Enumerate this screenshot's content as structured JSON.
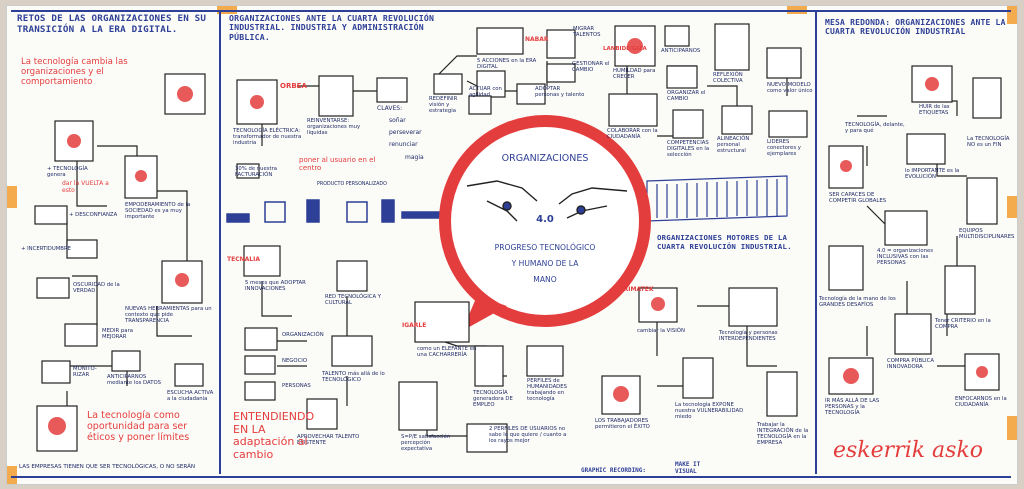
{
  "colors": {
    "blue": "#2d3f96",
    "red": "#e43d3d",
    "tape": "#f3a23a",
    "ink": "#222222"
  },
  "section1": {
    "title": "RETOS DE LAS ORGANIZACIONES EN SU TRANSICIÓN A LA ERA DIGITAL.",
    "subtitle": "La tecnología cambia las organizaciones y el comportamiento",
    "n1": "+ TECNOLOGÍA genera",
    "n1b": "dar la VUELTA a esto",
    "n2": "+ DESCONFIANZA",
    "n3": "+ INCERTIDUMBRE",
    "n4": "EMPODERAMIENTO de la SOCIEDAD es ya muy importante",
    "n5": "OSCURIDAD de la VERDAD",
    "n6": "NUEVAS HERRAMIENTAS para un contexto que pide TRANSPARENCIA",
    "n7": "MEDIR para MEJORAR",
    "n8": "MONITO-RIZAR",
    "n9": "ANTICIPARNOS mediante los DATOS",
    "n10": "ESCUCHA ACTIVA a la ciudadanía",
    "quote": "La tecnología como oportunidad para ser éticos y poner límites",
    "footer": "LAS EMPRESAS TIENEN QUE SER TECNOLÓGICAS, O NO SERÁN"
  },
  "section2": {
    "title": "ORGANIZACIONES ANTE LA CUARTA REVOLUCIÓN INDUSTRIAL. INDUSTRIA Y ADMINISTRACIÓN PÚBLICA.",
    "tag1": "ORBEA",
    "a1": "TECNOLOGÍA ELÉCTRICA: transformador de nuestra industria",
    "a2": "REINVENTARSE: organizaciones muy líquidas",
    "claves": "CLAVES:",
    "k1": "soñar",
    "k2": "perseverar",
    "k3": "renunciar",
    "k4": "magia",
    "n30": "30% de nuestra FACTURACIÓN",
    "user": "poner al usuario en el centro",
    "userb": "PRODUCTO PERSONALIZADO",
    "tag2": "NABAR",
    "b1": "5 ACCIONES en la ERA DIGITAL",
    "b2": "MIGRAR TALENTOS",
    "b3": "REDEFINIR visión y estrategia",
    "b4": "ACTUAR con agilidad",
    "b5": "GESTIONAR el CAMBIO",
    "b6": "ADOPTAR personas y talento",
    "tag3": "TECNALIA",
    "c1": "5 meses que ADOPTAR INNOVACIONES",
    "c2": "ORGANIZACIÓN",
    "c3": "NEGOCIO",
    "c4": "PERSONAS",
    "c5": "RED TECNOLÓGICA Y CULTURAL",
    "c6": "TALENTO más allá de lo TECNOLÓGICO",
    "c7": "APROVECHAR TALENTO EXISTENTE",
    "adapt": "ENTENDIENDO EN LA adaptación al cambio",
    "tag4": "IGARLE",
    "d1": "como un ELEFANTE en una CACHARRERÍA",
    "d2": "TECNOLOGÍA generadora DE EMPLEO",
    "d3": "PERFILES de HUMANIDADES trabajando en tecnología",
    "d4": "S=P/E satisfacción percepción expectativa",
    "d5": "2 PERFILES DE USUARIOS no sabe lo que quiere / cuanto a los rayos mejor",
    "tag5": "LANBIDE/GIZA",
    "e1": "HUMILDAD para CRECER",
    "e2": "ANTICIPARNOS",
    "e3": "ORGANIZAR el CAMBIO",
    "e4": "COLABORAR con la CIUDADANÍA",
    "e5": "COMPETENCIAS DIGITALES en la selección",
    "e6": "REFLEXIÓN COLECTIVA",
    "e7": "NUEVO MODELO como valor único",
    "e8": "ALINEACIÓN personal estructural",
    "e9": "LIDERES conectores y ejemplares"
  },
  "center": {
    "title": "ORGANIZACIONES",
    "version": "4.0",
    "line1": "PROGRESO TECNOLÓGICO",
    "line2": "Y HUMANO DE LA",
    "line3": "MANO"
  },
  "section3": {
    "title": "ORGANIZACIONES MOTORES DE LA CUARTA REVOLUCIÓN INDUSTRIAL.",
    "tag": "ARIMATEK",
    "f1": "cambiar la VISIÓN",
    "f2": "Tecnología y personas INTERDEPENDIENTES",
    "f3": "LOS TRABAJADORES permitieron el ÉXITO",
    "f4": "La tecnología EXPONE nuestra VULNERABILIDAD miedo",
    "f5": "Trabajar la INTEGRACIÓN de la TECNOLOGÍA en la EMPRESA",
    "credit1": "GRAPHIC RECORDING:",
    "credit2": "MAKE IT VISUAL"
  },
  "section4": {
    "title": "MESA REDONDA: ORGANIZACIONES ANTE LA CUARTA REVOLUCIÓN INDUSTRIAL",
    "g1": "HUIR de las ETIQUETAS",
    "g2": "TECNOLOGÍA, delante, y para qué",
    "g3": "La TECNOLOGÍA NO es un FIN",
    "g4": "lo IMPORTANTE es la EVOLUCIÓN",
    "g5": "SER CAPACES DE COMPETIR GLOBALES",
    "g6": "4.0 = organizaciones INCLUSIVAS con las PERSONAS",
    "g7": "EQUIPOS MULTIDISCIPLINARES",
    "g8": "Tecnología de la mano de los GRANDES DESAFÍOS",
    "g9": "Tener CRITERIO en la COMPRA",
    "g10": "COMPRA PÚBLICA INNOVADORA",
    "g11": "IR MÁS ALLÁ DE LAS PERSONAS y la TECNOLOGÍA",
    "g12": "ENFOCARNOS en la CIUDADANÍA",
    "sign": "eskerrik asko"
  }
}
